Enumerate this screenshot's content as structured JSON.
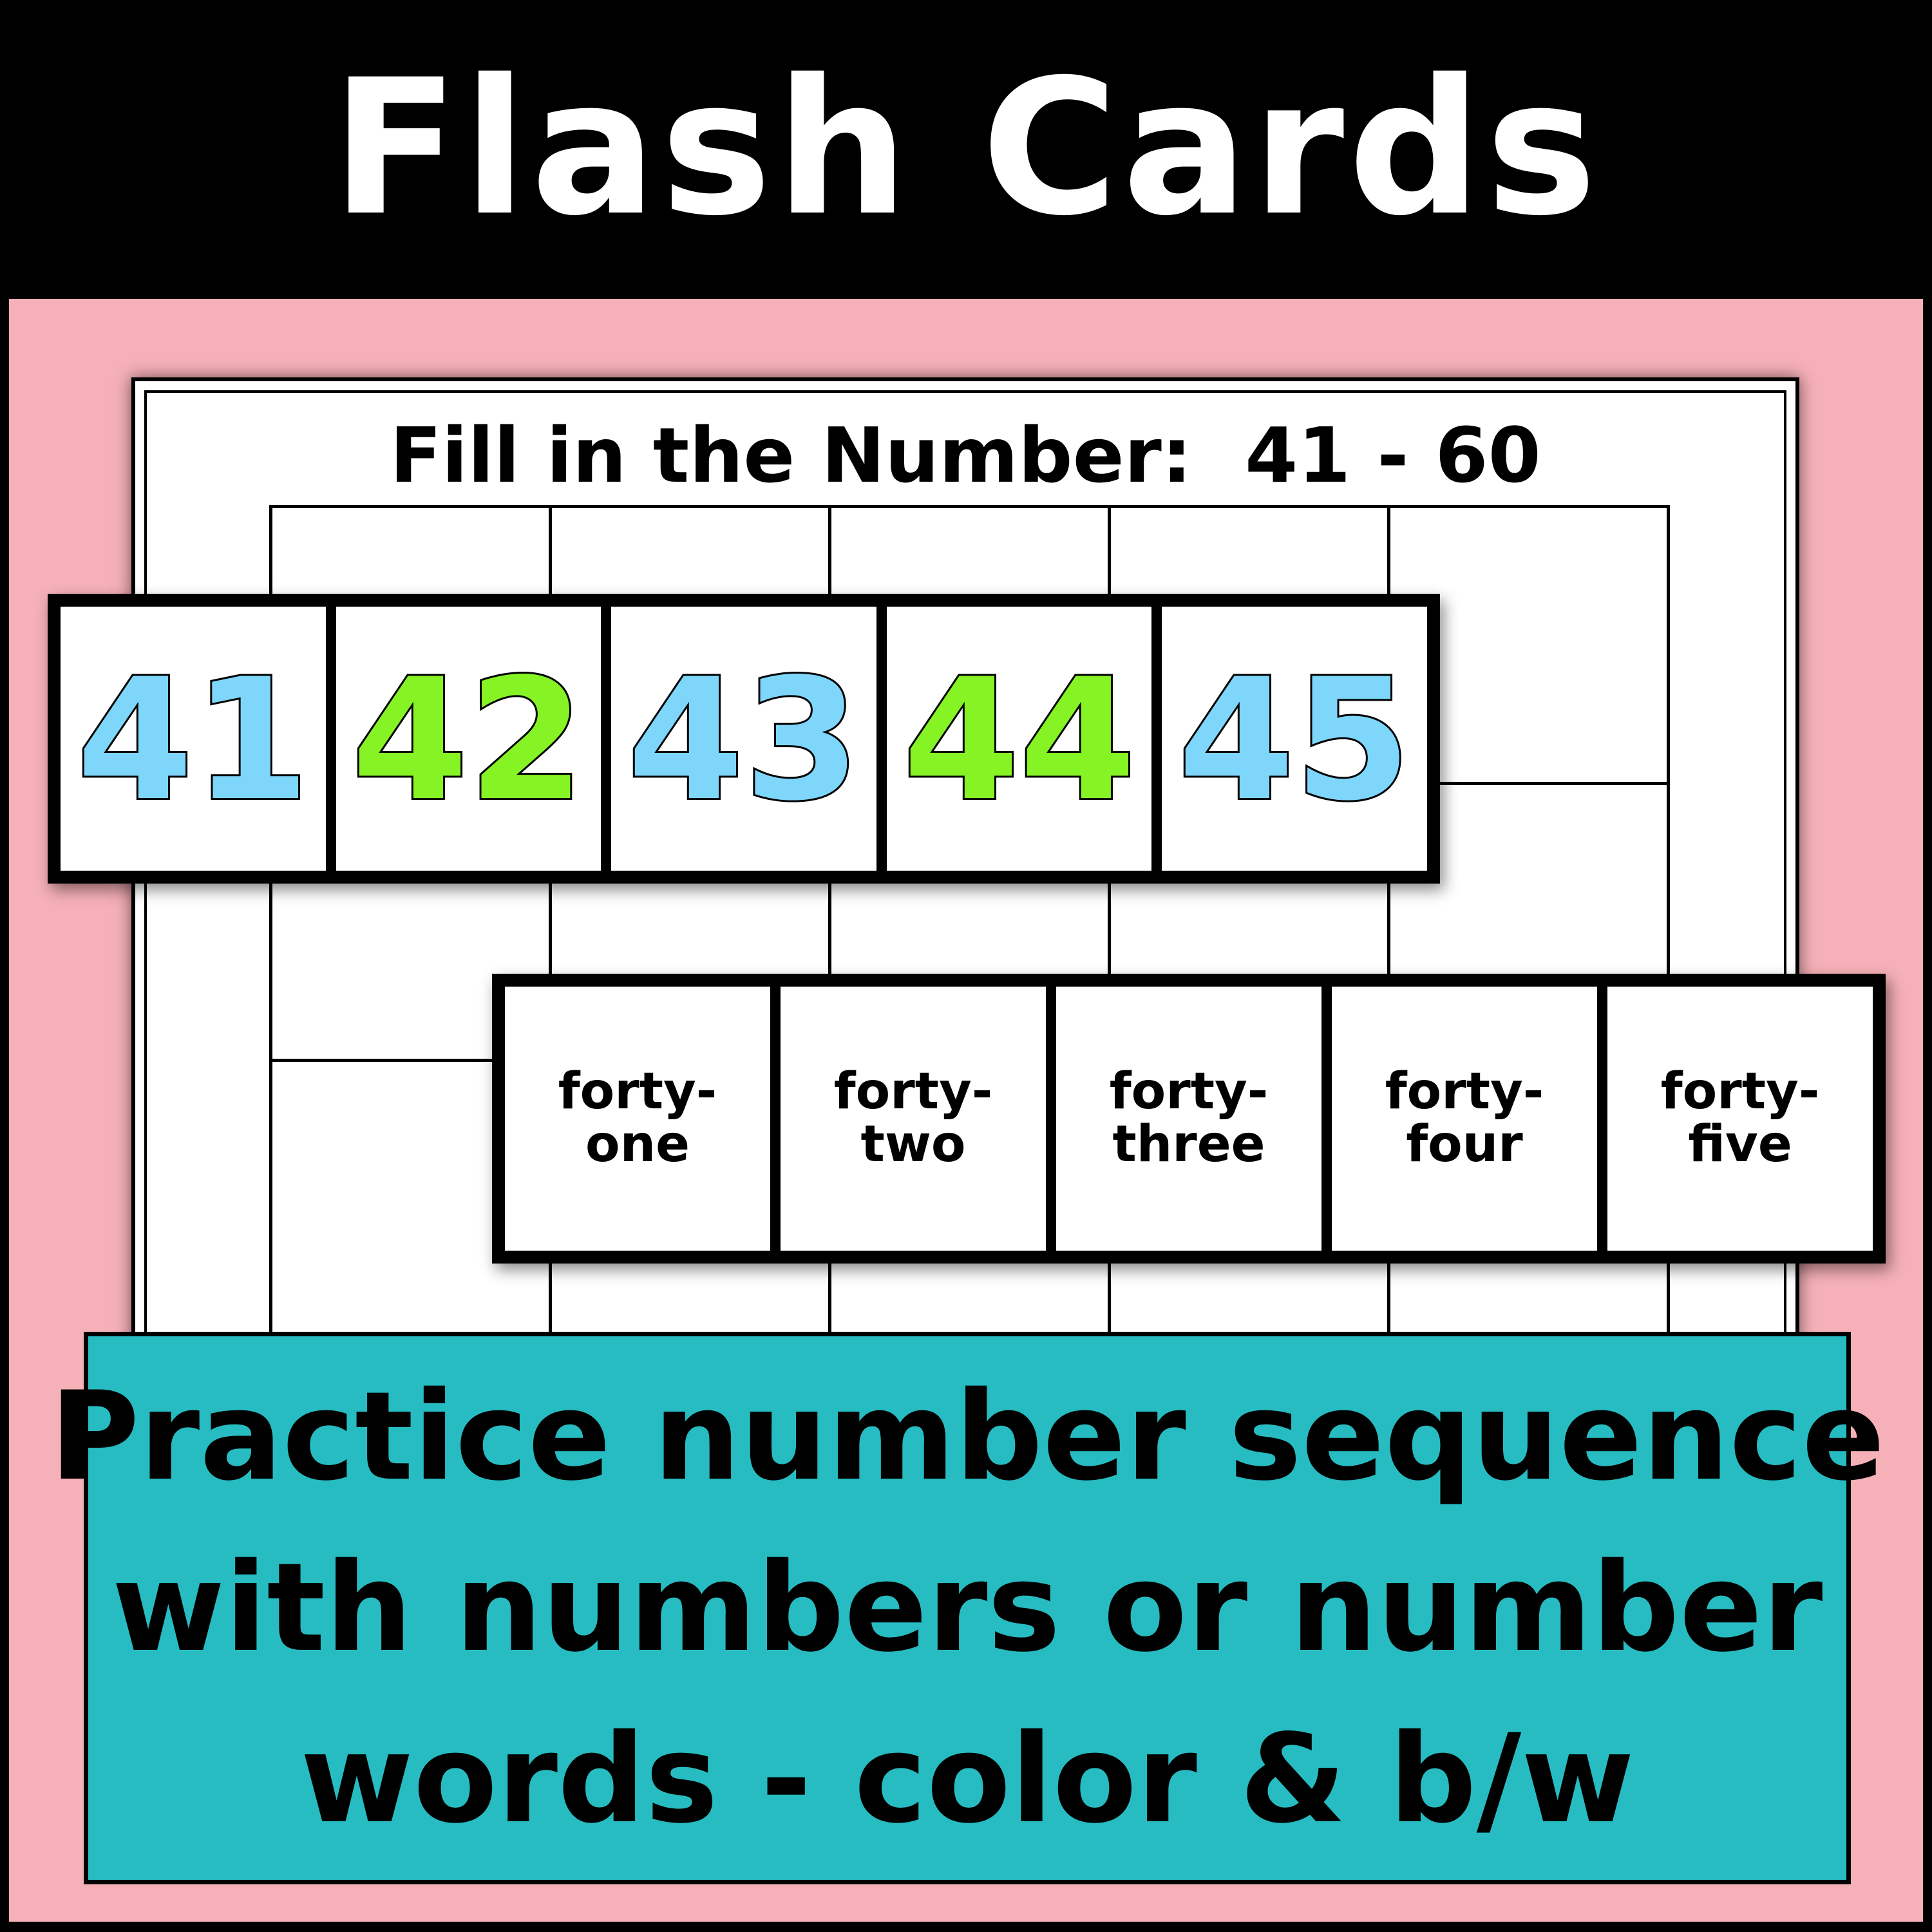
{
  "header": {
    "title": "Flash Cards"
  },
  "sheet": {
    "title": "Fill in the Number:  41 - 60"
  },
  "number_cards": [
    {
      "value": "41",
      "color": "#7fd6fb"
    },
    {
      "value": "42",
      "color": "#86f325"
    },
    {
      "value": "43",
      "color": "#7fd6fb"
    },
    {
      "value": "44",
      "color": "#86f325"
    },
    {
      "value": "45",
      "color": "#7fd6fb"
    }
  ],
  "word_cards": [
    {
      "line1": "forty-",
      "line2": "one"
    },
    {
      "line1": "forty-",
      "line2": "two"
    },
    {
      "line1": "forty-",
      "line2": "three"
    },
    {
      "line1": "forty-",
      "line2": "four"
    },
    {
      "line1": "forty-",
      "line2": "five"
    }
  ],
  "banner": {
    "line1": "Practice number sequence",
    "line2": "with numbers or number",
    "line3": "words - color & b/w"
  },
  "colors": {
    "pink": "#f6b0b8",
    "teal": "#27bcc1",
    "blue": "#7fd6fb",
    "green": "#86f325"
  }
}
